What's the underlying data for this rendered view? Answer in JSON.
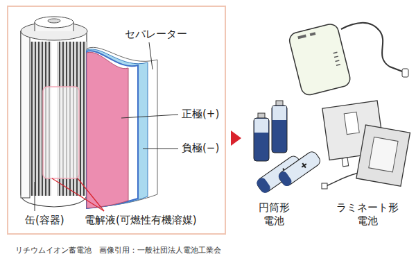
{
  "diagram": {
    "caption": "リチウムイオン蓄電池　画像引用：一般社団法人電池工業会",
    "nodes": [
      {
        "text": [
          "セパレーター",
          "正極(+)",
          "負極(−)",
          "缶(容器)",
          "電解液(可燃性有機溶媒)"
        ]
      }
    ],
    "labels": [
      "円筒形 電池",
      "ラミネート形 電池"
    ]
  }
}
